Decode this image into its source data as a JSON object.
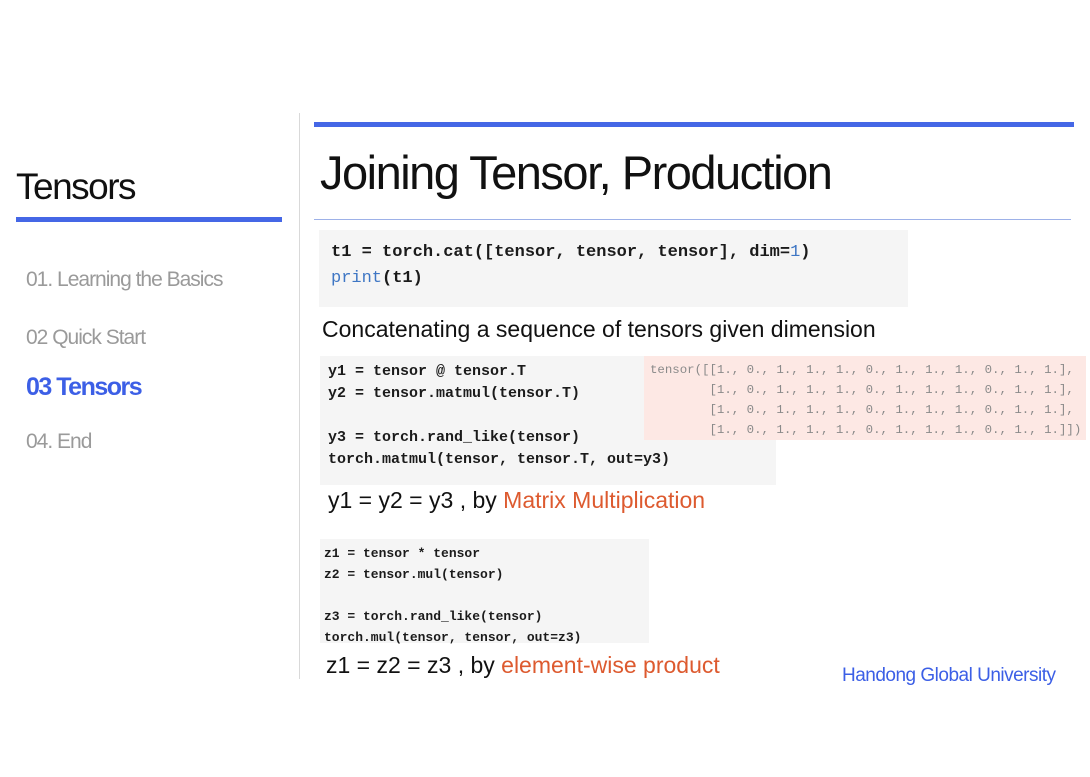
{
  "sidebar": {
    "title": "Tensors",
    "items": [
      {
        "label": "01. Learning the Basics"
      },
      {
        "label": "02 Quick Start"
      },
      {
        "label": "03 Tensors"
      },
      {
        "label": "04. End"
      }
    ]
  },
  "main": {
    "title": "Joining Tensor, Production",
    "code1": {
      "line1_pre": "t1 = torch.cat([tensor, tensor, tensor], dim=",
      "line1_num": "1",
      "line1_post": ")",
      "line2_fn": "print",
      "line2_rest": "(t1)"
    },
    "caption1": "Concatenating a sequence of tensors given dimension",
    "code2": {
      "lines": [
        "y1 = tensor @ tensor.T",
        "y2 = tensor.matmul(tensor.T)",
        "y3 = torch.rand_like(tensor)",
        "torch.matmul(tensor, tensor.T, out=y3)"
      ]
    },
    "output": {
      "lines": [
        "tensor([[1., 0., 1., 1., 1., 0., 1., 1., 1., 0., 1., 1.],",
        "        [1., 0., 1., 1., 1., 0., 1., 1., 1., 0., 1., 1.],",
        "        [1., 0., 1., 1., 1., 0., 1., 1., 1., 0., 1., 1.],",
        "        [1., 0., 1., 1., 1., 0., 1., 1., 1., 0., 1., 1.]])"
      ]
    },
    "caption2": {
      "text": "y1 = y2 = y3 , by ",
      "highlight": "Matrix Multiplication"
    },
    "code3": {
      "lines": [
        "z1 = tensor * tensor",
        "z2 = tensor.mul(tensor)",
        "z3 = torch.rand_like(tensor)",
        "torch.mul(tensor, tensor, out=z3)"
      ]
    },
    "caption3": {
      "text": "z1 = z2 = z3 , by ",
      "highlight": "element-wise product"
    }
  },
  "footer": "Handong Global University",
  "colors": {
    "accent": "#4567e6",
    "highlight": "#dd5a2f",
    "output_bg": "#fde8e4",
    "code_bg": "#f5f5f5"
  }
}
